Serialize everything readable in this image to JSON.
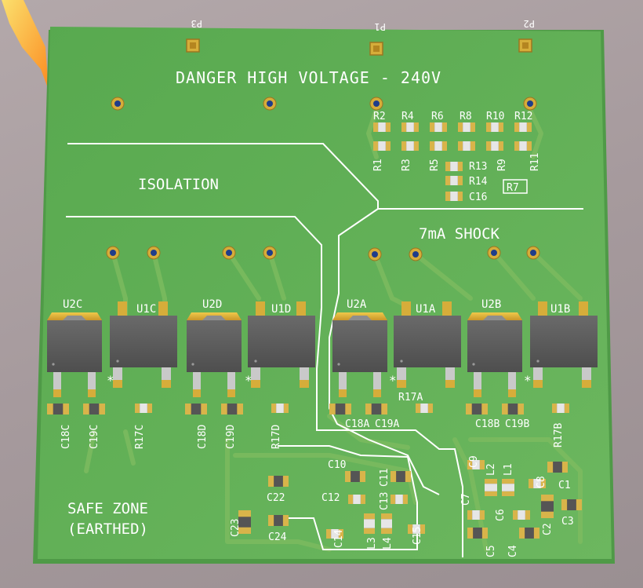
{
  "board": {
    "warning": "DANGER HIGH VOLTAGE - 240V",
    "zones": {
      "isolation": "ISOLATION",
      "shock": "7mA SHOCK",
      "safe_line1": "SAFE ZONE",
      "safe_line2": "(EARTHED)"
    },
    "connectors": [
      "P3",
      "P1",
      "P2"
    ],
    "colors": {
      "pcb": "#5fae55",
      "pcb_edge": "#4f9a47",
      "trace": "#79b95c",
      "silkscreen": "#ffffff",
      "pad": "#d6ad3a",
      "ic_body": "#5d5d5d"
    }
  },
  "resistor_top_labels": [
    "R2",
    "R4",
    "R6",
    "R8",
    "R10",
    "R12"
  ],
  "resistor_bottom_labels": [
    "R1",
    "R3",
    "R5",
    "R7",
    "R9",
    "R11"
  ],
  "divider_labels": [
    "R13",
    "R14",
    "C16"
  ],
  "r7_label": "R7",
  "ics": [
    {
      "label": "U2C"
    },
    {
      "label": "U1C"
    },
    {
      "label": "U2D"
    },
    {
      "label": "U1D"
    },
    {
      "label": "U2A"
    },
    {
      "label": "U1A"
    },
    {
      "label": "U2B"
    },
    {
      "label": "U1B"
    }
  ],
  "pin1_mark": "*",
  "left_caps": [
    "C18C",
    "C19C",
    "R17C",
    "C18D",
    "C19D",
    "R17D"
  ],
  "right_caps": [
    "C18A",
    "C19A",
    "C18B",
    "C19B",
    "R17B"
  ],
  "r17a_label": "R17A",
  "filter_labels": [
    "C10",
    "C11",
    "C12",
    "C13",
    "C14",
    "L3",
    "L4",
    "C15",
    "C22",
    "C23",
    "C24"
  ],
  "supply_labels": [
    "C9",
    "L2",
    "L1",
    "C8",
    "C1",
    "C7",
    "C6",
    "C2",
    "C3",
    "C5",
    "C4"
  ]
}
